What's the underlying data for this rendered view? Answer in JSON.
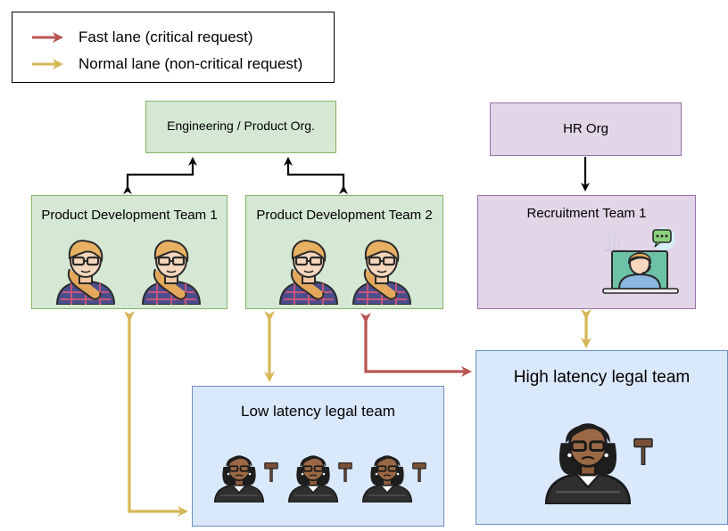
{
  "legend": {
    "fast_label": "Fast lane (critical request)",
    "normal_label": "Normal lane (non-critical request)",
    "fast_color": "#b85450",
    "normal_color": "#d6b656"
  },
  "nodes": {
    "engineering": "Engineering / Product Org.",
    "hr": "HR Org",
    "team1": "Product Development Team 1",
    "team2": "Product Development Team 2",
    "recruitment": "Recruitment Team 1",
    "low_legal": "Low latency legal team",
    "high_legal": "High latency legal team"
  },
  "icons": {
    "developer": "female-developer-avatar-icon",
    "recruiter": "recruiter-headset-laptop-icon",
    "lawyer": "female-judge-gavel-avatar-icon"
  },
  "colors": {
    "green_fill": "#d5e8d4",
    "purple_fill": "#e1d5e7",
    "blue_fill": "#dae8fc",
    "org_arrow": "#000000"
  }
}
